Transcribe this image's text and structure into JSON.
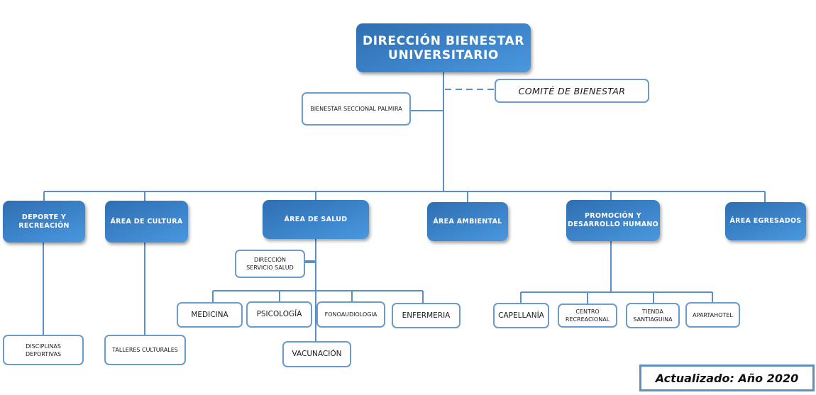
{
  "chart_data": {
    "type": "org-chart",
    "root": "DIRECCIÓN BIENESTAR UNIVERSITARIO",
    "advisory": "COMITÉ DE BIENESTAR",
    "staff_unit": "BIENESTAR SECCIONAL PALMIRA",
    "areas": [
      {
        "name": "DEPORTE Y RECREACIÓN",
        "children": [
          "DISCIPLINAS DEPORTIVAS"
        ]
      },
      {
        "name": "ÁREA DE CULTURA",
        "children": [
          "TALLERES CULTURALES"
        ]
      },
      {
        "name": "ÁREA DE SALUD",
        "staff": "DIRECCIÓN SERVICIO SALUD",
        "children": [
          "MEDICINA",
          "PSICOLOGÍA",
          "FONOAUDIOLOGIA",
          "ENFERMERIA",
          "VACUNACIÓN"
        ]
      },
      {
        "name": "ÁREA AMBIENTAL",
        "children": []
      },
      {
        "name": "PROMOCIÓN Y DESARROLLO HUMANO",
        "children": [
          "CAPELLANÍA",
          "CENTRO RECREACIONAL",
          "TIENDA SANTIAGUINA",
          "APARTAHOTEL"
        ]
      },
      {
        "name": "ÁREA EGRESADOS",
        "children": []
      }
    ]
  },
  "root": {
    "line1": "DIRECCIÓN BIENESTAR",
    "line2": "UNIVERSITARIO"
  },
  "comite": "COMITÉ DE BIENESTAR",
  "palmira": "BIENESTAR SECCIONAL PALMIRA",
  "areas": {
    "deporte": {
      "line1": "DEPORTE Y",
      "line2": "RECREACIÓN"
    },
    "cultura": "ÁREA DE CULTURA",
    "salud": "ÁREA DE SALUD",
    "ambiental": "ÁREA AMBIENTAL",
    "promocion": {
      "line1": "PROMOCIÓN Y",
      "line2": "DESARROLLO HUMANO"
    },
    "egresados": "ÁREA EGRESADOS"
  },
  "salud": {
    "direccion": {
      "line1": "DIRECCIÓN",
      "line2": "SERVICIO SALUD"
    },
    "medicina": "MEDICINA",
    "psicologia": "PSICOLOGÍA",
    "fonoaudiologia": "FONOAUDIOLOGIA",
    "enfermeria": "ENFERMERIA",
    "vacunacion": "VACUNACIÓN"
  },
  "deporte_child": {
    "line1": "DISCIPLINAS",
    "line2": "DEPORTIVAS"
  },
  "cultura_child": "TALLERES CULTURALES",
  "promocion_children": {
    "capellania": "CAPELLANÍA",
    "centro": {
      "line1": "CENTRO",
      "line2": "RECREACIONAL"
    },
    "tienda": {
      "line1": "TIENDA",
      "line2": "SANTIAGUINA"
    },
    "apartahotel": "APARTAHOTEL"
  },
  "updated": "Actualizado: Año 2020",
  "colors": {
    "line": "#5b8fc7",
    "box_border": "#6a9bcc",
    "box_fill": "#3b82c8"
  }
}
